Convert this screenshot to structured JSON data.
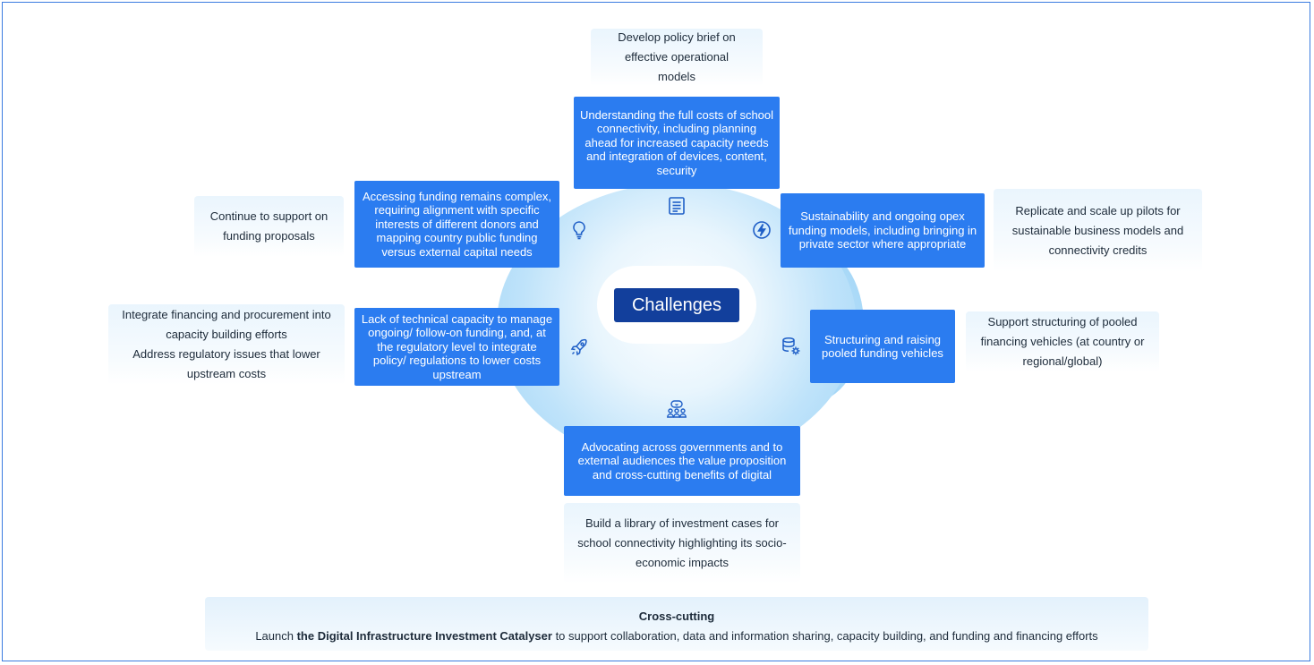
{
  "center": {
    "label": "Challenges"
  },
  "challenges": {
    "top": "Understanding the full costs of school connectivity, including planning ahead for increased capacity needs and integration of devices, content, security",
    "upper_left": "Accessing funding remains complex, requiring alignment with specific interests of different donors and mapping country public funding versus external capital needs",
    "upper_right": "Sustainability and ongoing opex funding models, including bringing in private sector where appropriate",
    "lower_left": "Lack of technical capacity to manage ongoing/ follow-on funding, and, at the regulatory level to integrate policy/ regulations to lower costs upstream",
    "lower_right": "Structuring and raising pooled funding vehicles",
    "bottom": "Advocating across governments and to external audiences the value proposition and cross-cutting benefits of digital"
  },
  "actions": {
    "top": "Develop policy brief on effective operational models",
    "upper_left": "Continue to support on funding proposals",
    "upper_right": "Replicate and scale up pilots for sustainable business models and connectivity credits",
    "lower_left_1": "Integrate financing and procurement into capacity building efforts",
    "lower_left_2": "Address regulatory issues that lower upstream costs",
    "lower_right": "Support structuring of pooled financing vehicles (at country or regional/global)",
    "bottom": "Build a library of investment cases for school connectivity highlighting its socio-economic impacts"
  },
  "cross_cutting": {
    "title": "Cross-cutting",
    "prefix": "Launch ",
    "bold": "the Digital Infrastructure Investment Catalyser",
    "suffix": " to support collaboration, data and information sharing, capacity building, and funding and financing efforts"
  },
  "icons": {
    "top": "document-icon",
    "upper_left": "lightbulb-icon",
    "upper_right": "lightning-icon",
    "lower_left": "rocket-icon",
    "lower_right": "database-gear-icon",
    "bottom": "people-group-icon"
  },
  "colors": {
    "challenge_box": "#2b7cf0",
    "center_label": "#123f9c",
    "frame": "#3b7be0",
    "icon": "#1f5fc7"
  }
}
